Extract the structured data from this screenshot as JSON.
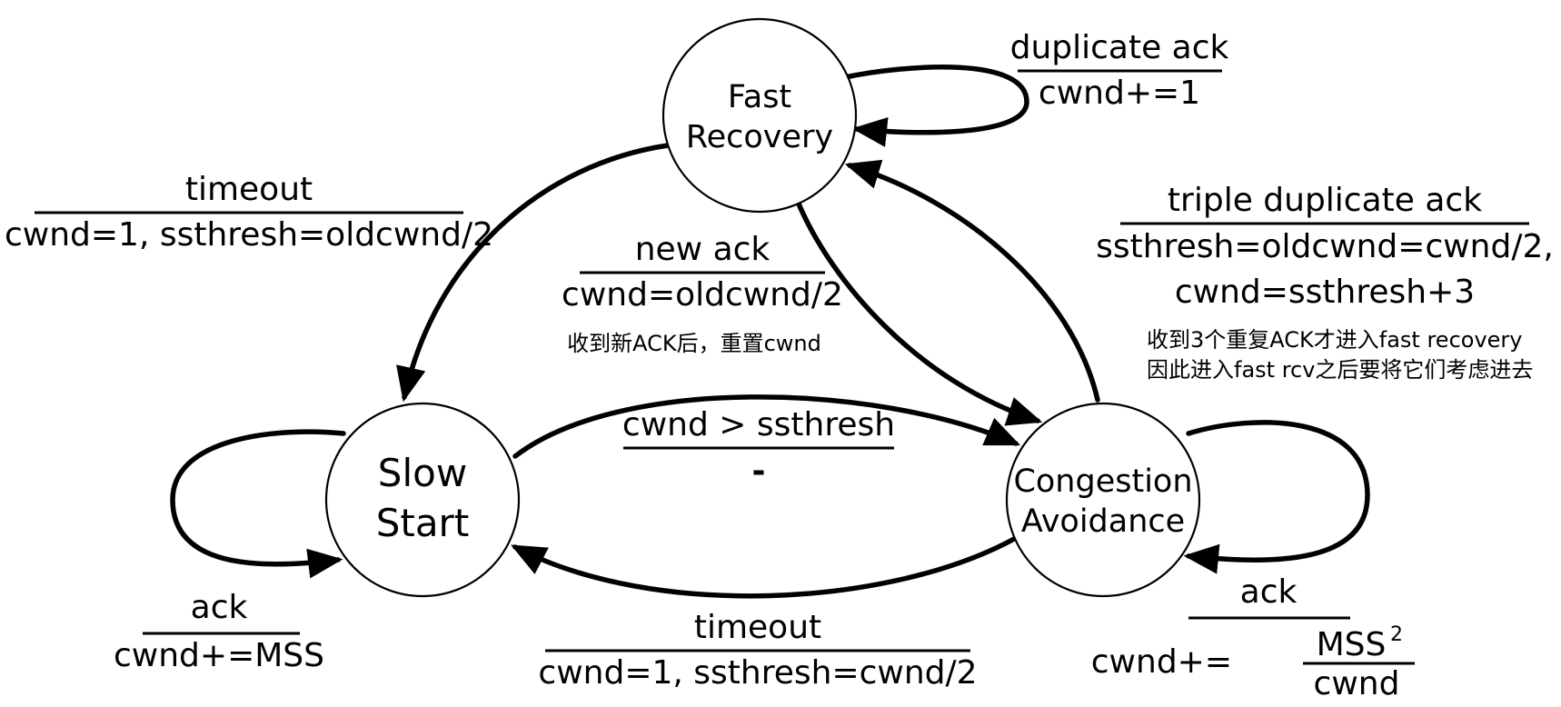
{
  "states": {
    "slow_start": {
      "line1": "Slow",
      "line2": "Start"
    },
    "fast_recovery": {
      "line1": "Fast",
      "line2": "Recovery"
    },
    "congestion_avoidance": {
      "line1": "Congestion",
      "line2": "Avoidance"
    }
  },
  "transitions": {
    "fr_self": {
      "event": "duplicate ack",
      "action": "cwnd+=1"
    },
    "fr_to_ss": {
      "event": "timeout",
      "action": "cwnd=1, ssthresh=oldcwnd/2"
    },
    "fr_to_ca": {
      "event": "new ack",
      "action": "cwnd=oldcwnd/2",
      "note": "收到新ACK后，重置cwnd"
    },
    "ca_to_fr": {
      "event": "triple duplicate ack",
      "action_line1": "ssthresh=oldcwnd=cwnd/2,",
      "action_line2": "cwnd=ssthresh+3",
      "note_line1": "收到3个重复ACK才进入fast recovery",
      "note_line2": "因此进入fast rcv之后要将它们考虑进去"
    },
    "ss_to_ca": {
      "event": "cwnd > ssthresh",
      "action": "-"
    },
    "ca_to_ss": {
      "event": "timeout",
      "action": "cwnd=1, ssthresh=cwnd/2"
    },
    "ss_self": {
      "event": "ack",
      "action": "cwnd+=MSS"
    },
    "ca_self": {
      "event": "ack",
      "action_prefix": "cwnd+=",
      "numerator": "MSS",
      "exponent": "2",
      "denominator": "cwnd"
    }
  }
}
